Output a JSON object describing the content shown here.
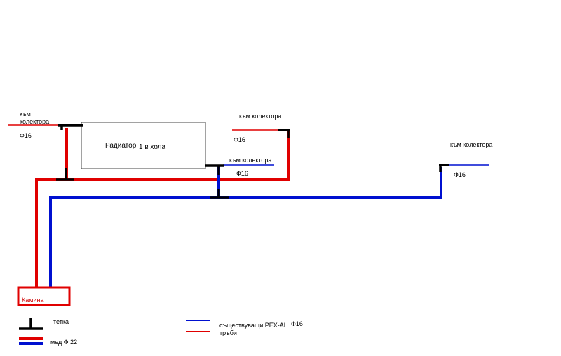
{
  "labels": {
    "kam_kolektora_1a": "към",
    "kam_kolektora_1b": "колектора",
    "phi16_1": "Ф16",
    "kam_kolektora_2": "към колектора",
    "phi16_2": "Ф16",
    "kam_kolektora_3": "към колектора",
    "phi16_3": "Ф16",
    "kam_kolektora_4": "към колектора",
    "phi16_4": "Ф16",
    "radiator": "Радиатор",
    "radiator_location": "1 в хола",
    "fireplace": "Камина"
  },
  "legend": {
    "tee": "тетка",
    "copper": "мед Ф 22",
    "pex_line1": "съществуващи PEX-AL",
    "pex_size": "Ф16",
    "pex_line2": "тръби"
  },
  "colors": {
    "hot": "#e00000",
    "cold": "#0010d0",
    "fitting": "#000000"
  }
}
